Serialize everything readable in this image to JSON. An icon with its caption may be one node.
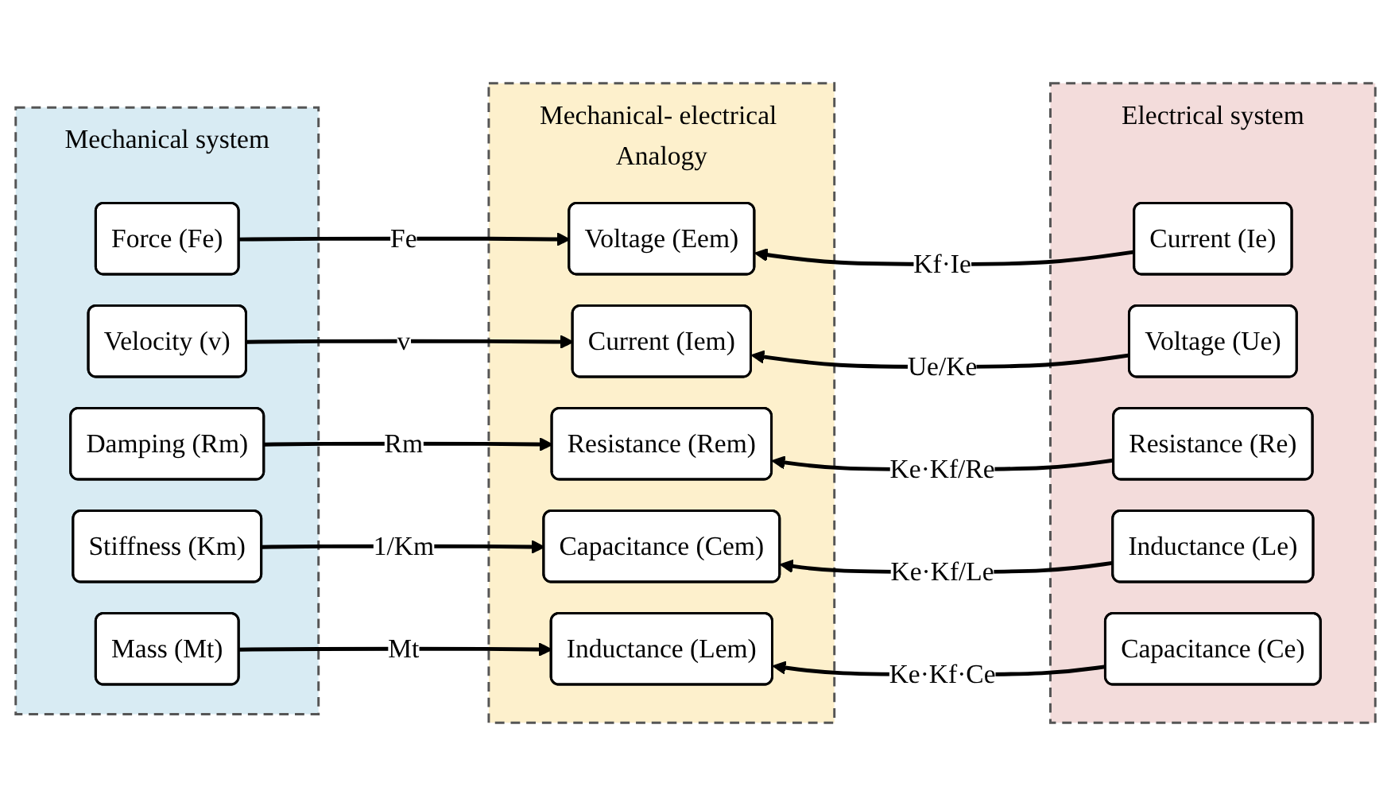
{
  "diagram": {
    "nodes": [
      {
        "text": [
          "Mechanical system"
        ]
      },
      {
        "text": [
          "Force (Fe)"
        ],
        "in": 0
      },
      {
        "text": [
          "Velocity (v)"
        ],
        "in": 0
      },
      {
        "text": [
          "Damping (Rm)"
        ],
        "in": 0
      },
      {
        "text": [
          "Stiffness (Km)"
        ],
        "in": 0
      },
      {
        "text": [
          "Mass (Mt)"
        ],
        "in": 0
      },
      {
        "text": [
          "Mechanical- electrical Analogy"
        ]
      },
      {
        "text": [
          "Voltage (Eem)"
        ],
        "in": 6
      },
      {
        "text": [
          "Current (Iem)"
        ],
        "in": 6
      },
      {
        "text": [
          "Resistance (Rem)"
        ],
        "in": 6
      },
      {
        "text": [
          "Capacitance (Cem)"
        ],
        "in": 6
      },
      {
        "text": [
          "Inductance (Lem)"
        ],
        "in": 6
      },
      {
        "text": [
          "Electrical system"
        ]
      },
      {
        "text": [
          "Current (Ie)"
        ],
        "in": 12
      },
      {
        "text": [
          "Voltage (Ue)"
        ],
        "in": 12
      },
      {
        "text": [
          "Resistance (Re)"
        ],
        "in": 12
      },
      {
        "text": [
          "Inductance (Le)"
        ],
        "in": 12
      },
      {
        "text": [
          "Capacitance (Ce)"
        ],
        "in": 12
      }
    ],
    "edges": [
      {
        "from": 1,
        "to": 7,
        "arrow": "to",
        "label": "Fe"
      },
      {
        "from": 2,
        "to": 8,
        "arrow": "to",
        "label": "v"
      },
      {
        "from": 3,
        "to": 9,
        "arrow": "to",
        "label": "Rm"
      },
      {
        "from": 4,
        "to": 10,
        "arrow": "to",
        "label": "1/Km"
      },
      {
        "from": 5,
        "to": 11,
        "arrow": "to",
        "label": "Mt"
      },
      {
        "from": 13,
        "to": 7,
        "arrow": "to",
        "label": "Kf·Ie"
      },
      {
        "from": 14,
        "to": 8,
        "arrow": "to",
        "label": "Ue/Ke"
      },
      {
        "from": 15,
        "to": 9,
        "arrow": "to",
        "label": "Ke·Kf/Re"
      },
      {
        "from": 16,
        "to": 10,
        "arrow": "to",
        "label": "Ke·Kf/Le"
      },
      {
        "from": 17,
        "to": 11,
        "arrow": "to",
        "label": "Ke·Kf·Ce"
      }
    ]
  }
}
